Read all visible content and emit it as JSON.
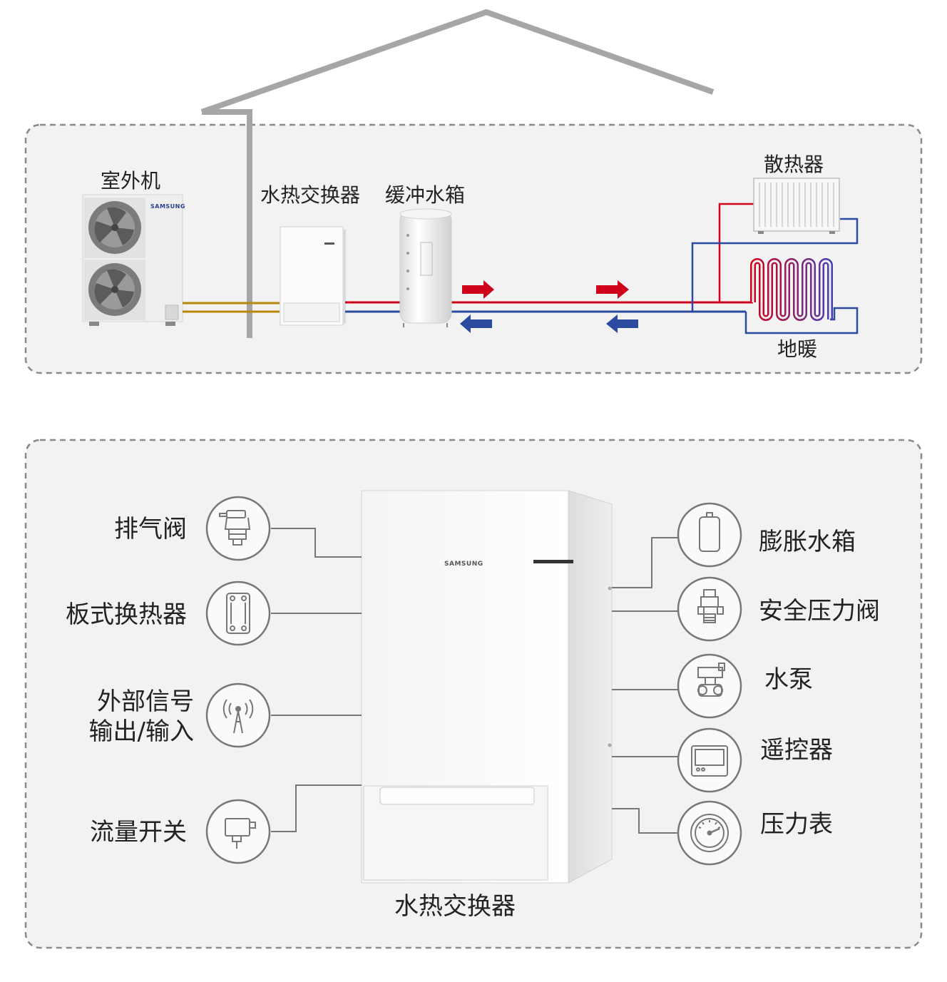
{
  "top_panel": {
    "labels": {
      "outdoor_unit": "室外机",
      "hydro_unit": "水热交换器",
      "buffer_tank": "缓冲水箱",
      "radiator": "散热器",
      "floor_heating": "地暖"
    },
    "outdoor_brand": "SAMSUNG"
  },
  "bottom_panel": {
    "unit_brand": "SAMSUNG",
    "unit_caption": "水热交换器",
    "left_components": [
      {
        "label": "排气阀",
        "icon": "air-vent-valve-icon"
      },
      {
        "label": "板式换热器",
        "icon": "plate-heat-exchanger-icon"
      },
      {
        "label_line1": "外部信号",
        "label_line2": "输出/输入",
        "icon": "signal-antenna-icon"
      },
      {
        "label": "流量开关",
        "icon": "flow-switch-icon"
      }
    ],
    "right_components": [
      {
        "label": "膨胀水箱",
        "icon": "expansion-tank-icon"
      },
      {
        "label": "安全压力阀",
        "icon": "safety-valve-icon"
      },
      {
        "label": "水泵",
        "icon": "water-pump-icon"
      },
      {
        "label": "遥控器",
        "icon": "remote-controller-icon"
      },
      {
        "label": "压力表",
        "icon": "pressure-gauge-icon"
      }
    ]
  },
  "colors": {
    "hot_pipe": "#d0021b",
    "cold_pipe": "#2b4aa0",
    "refrigerant_pipe": "#b8860b",
    "panel_border": "#888888",
    "panel_bg": "#f2f2f2",
    "roof": "#a6a6a6"
  }
}
